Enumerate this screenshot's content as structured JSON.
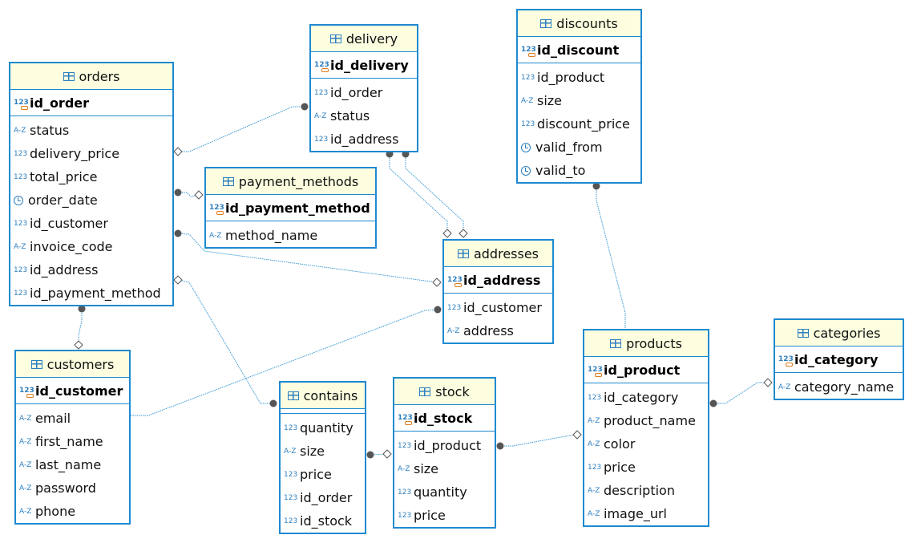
{
  "tables": [
    {
      "id": "orders",
      "name": "orders",
      "pk": "id_order",
      "columns": [
        {
          "name": "status",
          "type": "A-Z"
        },
        {
          "name": "delivery_price",
          "type": "123"
        },
        {
          "name": "total_price",
          "type": "123"
        },
        {
          "name": "order_date",
          "type": "date"
        },
        {
          "name": "id_customer",
          "type": "123"
        },
        {
          "name": "invoice_code",
          "type": "A-Z"
        },
        {
          "name": "id_address",
          "type": "123"
        },
        {
          "name": "id_payment_method",
          "type": "123"
        }
      ]
    },
    {
      "id": "delivery",
      "name": "delivery",
      "pk": "id_delivery",
      "columns": [
        {
          "name": "id_order",
          "type": "123"
        },
        {
          "name": "status",
          "type": "A-Z"
        },
        {
          "name": "id_address",
          "type": "123"
        }
      ]
    },
    {
      "id": "discounts",
      "name": "discounts",
      "pk": "id_discount",
      "columns": [
        {
          "name": "id_product",
          "type": "123"
        },
        {
          "name": "size",
          "type": "A-Z"
        },
        {
          "name": "discount_price",
          "type": "123"
        },
        {
          "name": "valid_from",
          "type": "date"
        },
        {
          "name": "valid_to",
          "type": "date"
        }
      ]
    },
    {
      "id": "payment_methods",
      "name": "payment_methods",
      "pk": "id_payment_method",
      "columns": [
        {
          "name": "method_name",
          "type": "A-Z"
        }
      ]
    },
    {
      "id": "addresses",
      "name": "addresses",
      "pk": "id_address",
      "columns": [
        {
          "name": "id_customer",
          "type": "123"
        },
        {
          "name": "address",
          "type": "A-Z"
        }
      ]
    },
    {
      "id": "customers",
      "name": "customers",
      "pk": "id_customer",
      "columns": [
        {
          "name": "email",
          "type": "A-Z"
        },
        {
          "name": "first_name",
          "type": "A-Z"
        },
        {
          "name": "last_name",
          "type": "A-Z"
        },
        {
          "name": "password",
          "type": "A-Z"
        },
        {
          "name": "phone",
          "type": "A-Z"
        }
      ]
    },
    {
      "id": "contains",
      "name": "contains",
      "pk": "",
      "columns": [
        {
          "name": "quantity",
          "type": "123"
        },
        {
          "name": "size",
          "type": "A-Z"
        },
        {
          "name": "price",
          "type": "123"
        },
        {
          "name": "id_order",
          "type": "123"
        },
        {
          "name": "id_stock",
          "type": "123"
        }
      ]
    },
    {
      "id": "stock",
      "name": "stock",
      "pk": "id_stock",
      "columns": [
        {
          "name": "id_product",
          "type": "123"
        },
        {
          "name": "size",
          "type": "A-Z"
        },
        {
          "name": "quantity",
          "type": "123"
        },
        {
          "name": "price",
          "type": "123"
        }
      ]
    },
    {
      "id": "products",
      "name": "products",
      "pk": "id_product",
      "columns": [
        {
          "name": "id_category",
          "type": "123"
        },
        {
          "name": "product_name",
          "type": "A-Z"
        },
        {
          "name": "color",
          "type": "A-Z"
        },
        {
          "name": "price",
          "type": "123"
        },
        {
          "name": "description",
          "type": "A-Z"
        },
        {
          "name": "image_url",
          "type": "A-Z"
        }
      ]
    },
    {
      "id": "categories",
      "name": "categories",
      "pk": "id_category",
      "columns": [
        {
          "name": "category_name",
          "type": "A-Z"
        }
      ]
    }
  ],
  "colors": {
    "border": "#1e8ad0",
    "header": "#fdfde0",
    "link": "#3d9bd6",
    "endpoint": "#555555"
  }
}
